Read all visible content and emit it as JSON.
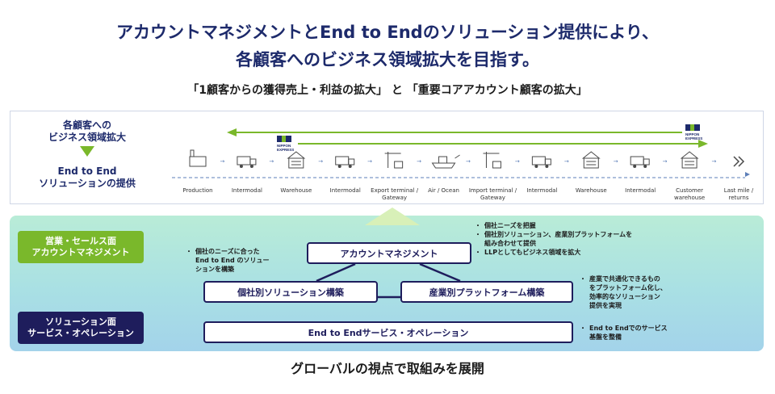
{
  "header": {
    "title_line1": "アカウントマネジメントとEnd to Endのソリューション提供により、",
    "title_line2": "各顧客へのビジネス領域拡大を目指す。",
    "subtitle": "「1顧客からの獲得売上・利益の拡大」 と 「重要コアアカウント顧客の拡大」"
  },
  "flow": {
    "scope_label": "各顧客への\nビジネス領域拡大",
    "e2e_label": "End to End\nソリューションの提供",
    "logo_text": "NIPPON\nEXPRESS",
    "steps": [
      "Production",
      "Intermodal",
      "Warehouse",
      "Intermodal",
      "Export terminal /\nGateway",
      "Air / Ocean",
      "Import terminal /\nGateway",
      "Intermodal",
      "Warehouse",
      "Intermodal",
      "Customer\nwarehouse",
      "Last mile /\nreturns"
    ],
    "colors": {
      "arrow": "#7ab82b",
      "line": "#5d7fb8",
      "logo_blue": "#1d2a6b"
    }
  },
  "layers": {
    "sales_badge": "営業・セールス面\nアカウントマネジメント",
    "solution_badge": "ソリューション面\nサービス・オペレーション"
  },
  "boxes": {
    "account_management": "アカウントマネジメント",
    "custom_solution": "個社別ソリューション構築",
    "industry_platform": "産業別プラットフォーム構築",
    "e2e_ops": "End to Endサービス・オペレーション"
  },
  "notes": {
    "left": [
      "個社のニーズに合った\nEnd to End のソリュー\nションを構築"
    ],
    "am": [
      "個社ニーズを把握",
      "個社別ソリューション、産業別プラットフォームを\n組み合わせて提供",
      "LLPとしてもビジネス領域を拡大"
    ],
    "industry": [
      "産業で共通化できるもの\nをプラットフォーム化し、\n効率的なソリューション\n提供を実現"
    ],
    "ops": [
      "End to Endでのサービス\n基盤を整備"
    ]
  },
  "footer": "グローバルの視点で取組みを展開"
}
